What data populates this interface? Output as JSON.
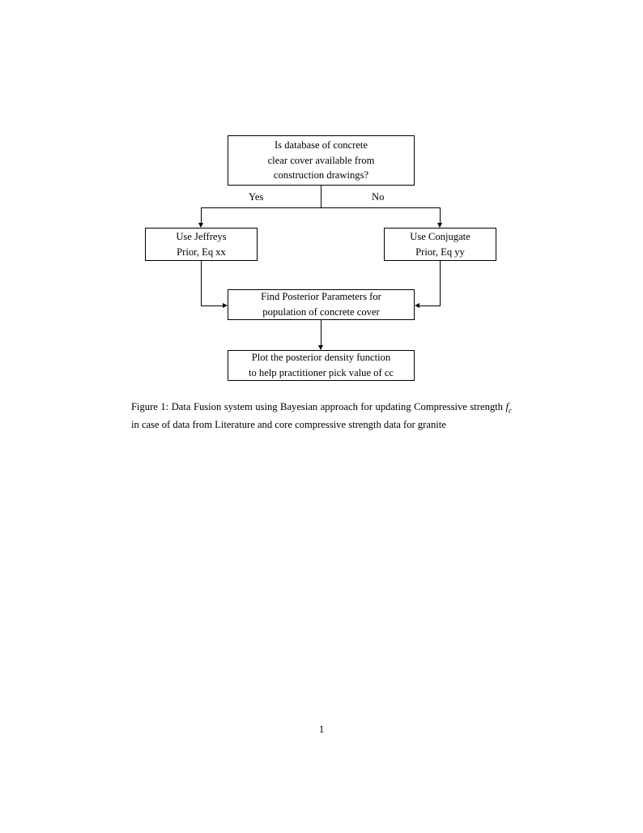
{
  "document": {
    "page_number": "1",
    "figure": {
      "caption_prefix": "Figure 1:",
      "caption_part_1": "Data Fusion system using Bayesian approach for updating Compressive strength",
      "caption_math_base": "f",
      "caption_math_sub": "c",
      "caption_part_2": "in case of data from Literature and core compressive strength data for granite"
    }
  },
  "flowchart": {
    "nodes": [
      {
        "id": "decision",
        "lines": [
          "Is database of concrete",
          "clear cover available from",
          "construction drawings?"
        ]
      },
      {
        "id": "jeffreys",
        "lines": [
          "Use Jeffreys",
          "Prior, Eq xx"
        ]
      },
      {
        "id": "conjugate",
        "lines": [
          "Use Conjugate",
          "Prior, Eq yy"
        ]
      },
      {
        "id": "posterior",
        "lines": [
          "Find Posterior Parameters for",
          "population of concrete cover"
        ]
      },
      {
        "id": "plot",
        "lines": [
          "Plot the posterior density function",
          "to help practitioner pick value of cc"
        ]
      }
    ],
    "edge_labels": {
      "yes": "Yes",
      "no": "No"
    }
  },
  "colors": {
    "page_background": "#ffffff",
    "ink": "#000000",
    "stroke": "#000000"
  }
}
